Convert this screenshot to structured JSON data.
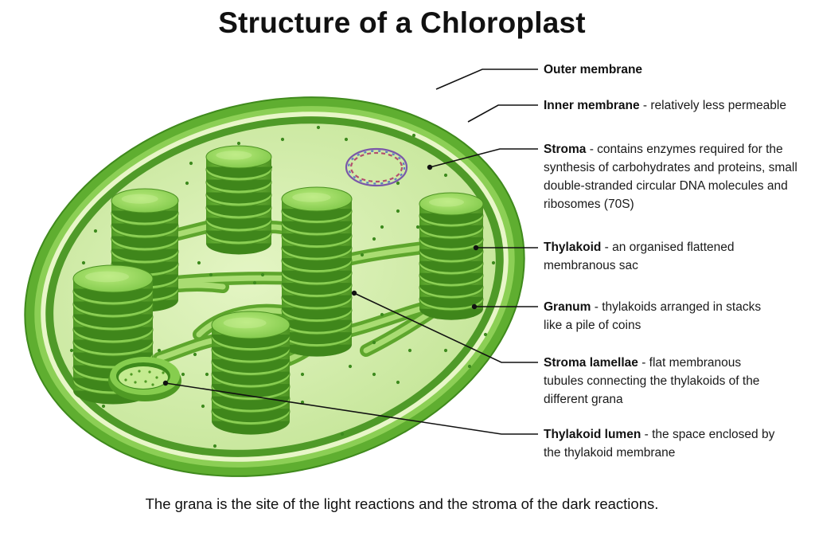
{
  "title": "Structure of a Chloroplast",
  "labels": {
    "outer_membrane": {
      "term": "Outer membrane",
      "desc": ""
    },
    "inner_membrane": {
      "term": "Inner membrane",
      "desc": " - relatively less permeable"
    },
    "stroma": {
      "term": "Stroma",
      "desc": " - contains enzymes required for the synthesis of carbohydrates and proteins, small double-stranded circular DNA molecules and ribosomes (70S)"
    },
    "thylakoid": {
      "term": "Thylakoid",
      "desc": " - an organised flattened membranous sac"
    },
    "granum": {
      "term": "Granum",
      "desc": " - thylakoids arranged in stacks like a pile of coins"
    },
    "stroma_lamellae": {
      "term": "Stroma lamellae",
      "desc": " - flat membranous tubules connecting the thylakoids of the different grana"
    },
    "thylakoid_lumen": {
      "term": "Thylakoid lumen",
      "desc": " - the space enclosed by the thylakoid membrane"
    }
  },
  "caption": "The grana is the site of the light reactions and the stroma of the dark reactions.",
  "colors": {
    "outer_membrane": "#6cb83a",
    "inner_membrane": "#4f9a28",
    "stroma": "#d9f0b5",
    "thylakoid": "#7cc646",
    "leader_line": "#111111"
  }
}
